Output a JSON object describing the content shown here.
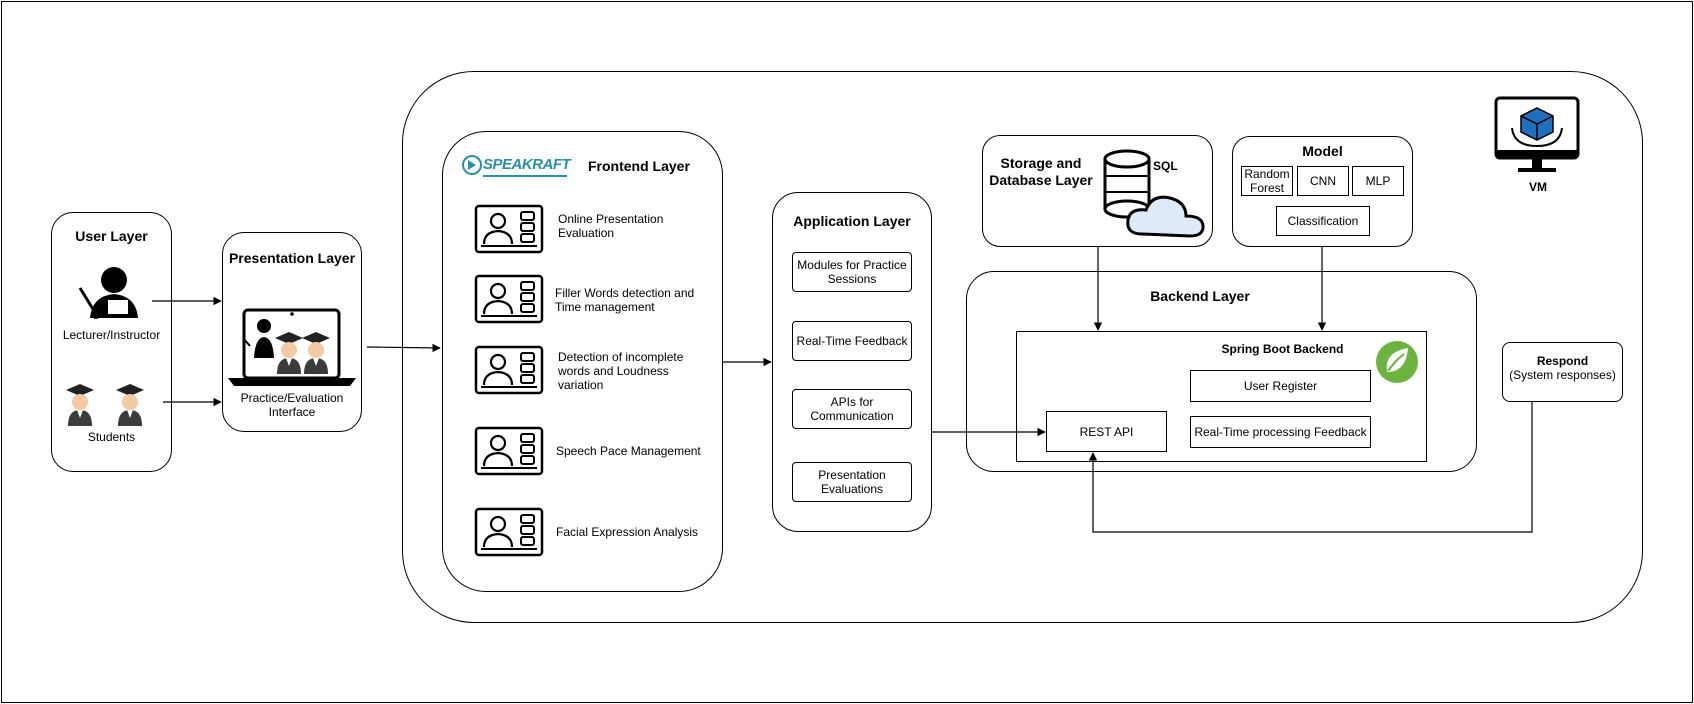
{
  "user_layer": {
    "title": "User Layer",
    "lecturer": "Lecturer/Instructor",
    "students": "Students"
  },
  "presentation_layer": {
    "title": "Presentation Layer",
    "interface": "Practice/Evaluation Interface"
  },
  "frontend_layer": {
    "logo": "SPEAKRAFT",
    "title": "Frontend Layer",
    "items": [
      "Online Presentation Evaluation",
      "Filler Words detection and Time management",
      "Detection of incomplete words and Loudness variation",
      "Speech Pace Management",
      "Facial Expression Analysis"
    ]
  },
  "application_layer": {
    "title": "Application Layer",
    "items": [
      "Modules for Practice Sessions",
      "Real-Time Feedback",
      "APIs for Communication",
      "Presentation Evaluations"
    ]
  },
  "storage_layer": {
    "title": "Storage and Database Layer",
    "sql": "SQL"
  },
  "model": {
    "title": "Model",
    "items": [
      "Random Forest",
      "CNN",
      "MLP"
    ],
    "classification": "Classification"
  },
  "vm": {
    "label": "VM"
  },
  "backend_layer": {
    "title": "Backend Layer",
    "spring": "Spring Boot Backend",
    "user_register": "User Register",
    "rt_processing": "Real-Time processing Feedback",
    "rest_api": "REST API"
  },
  "respond": {
    "title": "Respond",
    "subtitle": "(System responses)"
  },
  "colors": {
    "logo": "#2a8fa8",
    "spring": "#6db33f",
    "vm_cube": "#1f6fbf",
    "cloud": "#dfe9f7"
  }
}
